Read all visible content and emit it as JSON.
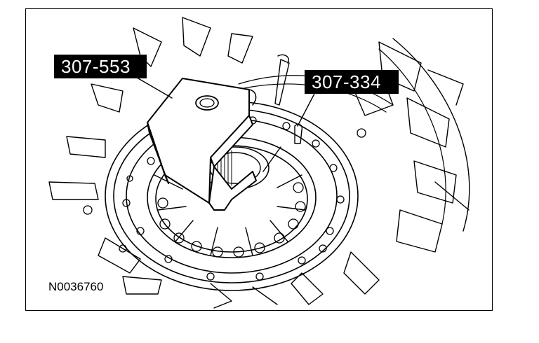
{
  "figure": {
    "callouts": [
      {
        "label": "307-553"
      },
      {
        "label": "307-334"
      }
    ],
    "figure_id": "N0036760"
  }
}
